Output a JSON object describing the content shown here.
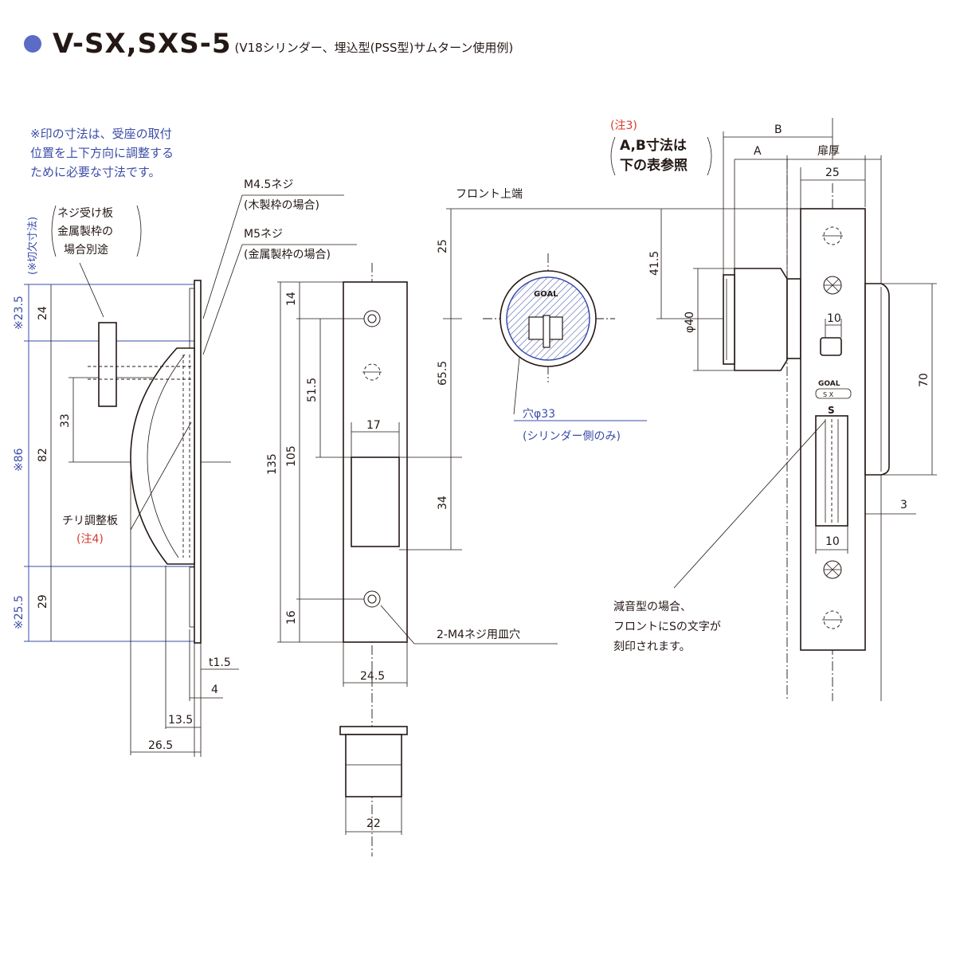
{
  "title": {
    "main": "V-SX,SXS-5",
    "sub": "(V18シリンダー、埋込型(PSS型)サムターン使用例)"
  },
  "notes": {
    "adjust_note_1": "※印の寸法は、受座の取付",
    "adjust_note_2": "位置を上下方向に調整する",
    "adjust_note_3": "ために必要な寸法です。",
    "cutout_label": "(※切欠寸法)",
    "screw_plate_1": "ネジ受け板",
    "screw_plate_2": "金属製枠の",
    "screw_plate_3": "場合別途",
    "chiri_plate": "チリ調整板",
    "chiri_note": "(注4)",
    "m45": "M4.5ネジ",
    "m45_sub": "(木製枠の場合)",
    "m5": "M5ネジ",
    "m5_sub": "(金属製枠の場合)",
    "front_top": "フロント上端",
    "hole": "穴φ33",
    "hole_sub": "(シリンダー側のみ)",
    "countersink": "2-M4ネジ用皿穴",
    "note3_head": "(注3)",
    "note3_1": "A,B寸法は",
    "note3_2": "下の表参照",
    "silent_1": "減音型の場合、",
    "silent_2": "フロントにSの文字が",
    "silent_3": "刻印されます。",
    "brand": "GOAL",
    "letters": "S X",
    "stamp": "S"
  },
  "dims": {
    "d23_5": "※23.5",
    "d86": "※86",
    "d25_5": "※25.5",
    "d24": "24",
    "d82": "82",
    "d29": "29",
    "d33": "33",
    "t1_5": "t1.5",
    "d4": "4",
    "d13_5": "13.5",
    "d26_5": "26.5",
    "d135": "135",
    "d14": "14",
    "d51_5": "51.5",
    "d105": "105",
    "d16": "16",
    "d17": "17",
    "d24_5": "24.5",
    "d22": "22",
    "d25a": "25",
    "d65_5": "65.5",
    "d34": "34",
    "B": "B",
    "A": "A",
    "door": "扉厚",
    "d25b": "25",
    "d41_5": "41.5",
    "phi40": "φ40",
    "d10a": "10",
    "d10b": "10",
    "d70": "70",
    "d3": "3"
  },
  "colors": {
    "accent": "#5b6bc6",
    "dimension_blue": "#3b4ca8",
    "note_red": "#d8392b",
    "ink": "#231815"
  }
}
